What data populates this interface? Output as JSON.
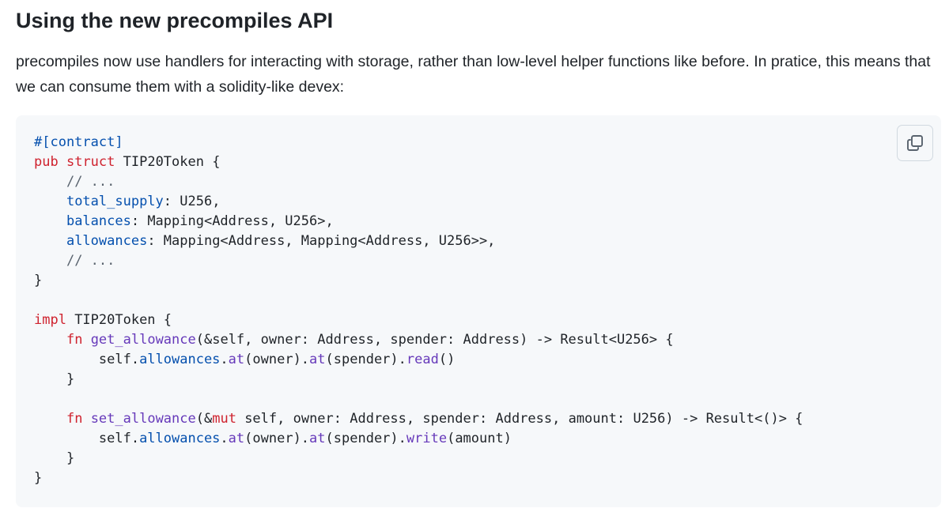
{
  "heading": "Using the new precompiles API",
  "paragraph": "precompiles now use handlers for interacting with storage, rather than low-level helper functions like before. In pratice, this means that we can consume them with a solidity-like devex:",
  "code": {
    "copy_icon": "copy-icon",
    "colors": {
      "background": "#f6f8fa",
      "keyword": "#cf222e",
      "function": "#6639ba",
      "field": "#0550ae",
      "comment": "#59636e",
      "text": "#1f2328"
    },
    "lines": [
      [
        {
          "t": "#[contract]",
          "k": "attr"
        }
      ],
      [
        {
          "t": "pub",
          "k": "kw"
        },
        {
          "t": " "
        },
        {
          "t": "struct",
          "k": "kw"
        },
        {
          "t": " TIP20Token {"
        }
      ],
      [
        {
          "t": "    "
        },
        {
          "t": "// ...",
          "k": "comment"
        }
      ],
      [
        {
          "t": "    "
        },
        {
          "t": "total_supply",
          "k": "field"
        },
        {
          "t": ": U256,"
        }
      ],
      [
        {
          "t": "    "
        },
        {
          "t": "balances",
          "k": "field"
        },
        {
          "t": ": Mapping<Address, U256>,"
        }
      ],
      [
        {
          "t": "    "
        },
        {
          "t": "allowances",
          "k": "field"
        },
        {
          "t": ": Mapping<Address, Mapping<Address, U256>>,"
        }
      ],
      [
        {
          "t": "    "
        },
        {
          "t": "// ...",
          "k": "comment"
        }
      ],
      [
        {
          "t": "}"
        }
      ],
      [
        {
          "t": ""
        }
      ],
      [
        {
          "t": "impl",
          "k": "kw"
        },
        {
          "t": " TIP20Token {"
        }
      ],
      [
        {
          "t": "    "
        },
        {
          "t": "fn",
          "k": "kw"
        },
        {
          "t": " "
        },
        {
          "t": "get_allowance",
          "k": "fn"
        },
        {
          "t": "(&self, owner: Address, spender: Address) -> Result<U256> {"
        }
      ],
      [
        {
          "t": "        self."
        },
        {
          "t": "allowances",
          "k": "field"
        },
        {
          "t": "."
        },
        {
          "t": "at",
          "k": "fn"
        },
        {
          "t": "(owner)."
        },
        {
          "t": "at",
          "k": "fn"
        },
        {
          "t": "(spender)."
        },
        {
          "t": "read",
          "k": "fn"
        },
        {
          "t": "()"
        }
      ],
      [
        {
          "t": "    }"
        }
      ],
      [
        {
          "t": ""
        }
      ],
      [
        {
          "t": "    "
        },
        {
          "t": "fn",
          "k": "kw"
        },
        {
          "t": " "
        },
        {
          "t": "set_allowance",
          "k": "fn"
        },
        {
          "t": "(&"
        },
        {
          "t": "mut",
          "k": "kw"
        },
        {
          "t": " self, owner: Address, spender: Address, amount: U256) -> Result<()> {"
        }
      ],
      [
        {
          "t": "        self."
        },
        {
          "t": "allowances",
          "k": "field"
        },
        {
          "t": "."
        },
        {
          "t": "at",
          "k": "fn"
        },
        {
          "t": "(owner)."
        },
        {
          "t": "at",
          "k": "fn"
        },
        {
          "t": "(spender)."
        },
        {
          "t": "write",
          "k": "fn"
        },
        {
          "t": "(amount)"
        }
      ],
      [
        {
          "t": "    }"
        }
      ],
      [
        {
          "t": "}"
        }
      ]
    ]
  }
}
